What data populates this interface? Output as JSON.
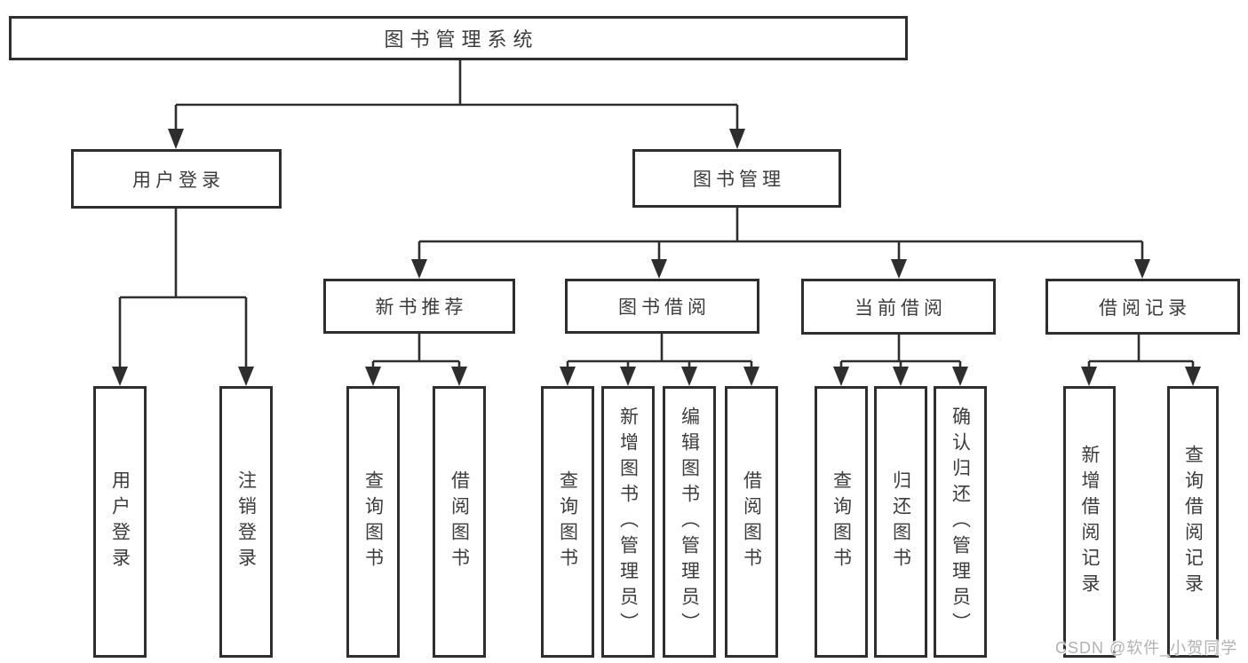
{
  "root": {
    "label": "图书管理系统"
  },
  "branches": [
    {
      "label": "用户登录",
      "children": [
        {
          "label": "用户登录"
        },
        {
          "label": "注销登录"
        }
      ]
    },
    {
      "label": "图书管理",
      "children": [
        {
          "label": "新书推荐",
          "children": [
            {
              "label": "查询图书"
            },
            {
              "label": "借阅图书"
            }
          ]
        },
        {
          "label": "图书借阅",
          "children": [
            {
              "label": "查询图书"
            },
            {
              "label": "新增图书（管理员）"
            },
            {
              "label": "编辑图书（管理员）"
            },
            {
              "label": "借阅图书"
            }
          ]
        },
        {
          "label": "当前借阅",
          "children": [
            {
              "label": "查询图书"
            },
            {
              "label": "归还图书"
            },
            {
              "label": "确认归还（管理员）"
            }
          ]
        },
        {
          "label": "借阅记录",
          "children": [
            {
              "label": "新增借阅记录"
            },
            {
              "label": "查询借阅记录"
            }
          ]
        }
      ]
    }
  ],
  "watermark": {
    "text": "CSDN @软件_小贺同学"
  },
  "colors": {
    "line": "#2e2e2e",
    "box_border": "#2e2e2e",
    "text": "#3c3c3c",
    "background": "#ffffff",
    "watermark": "#b2b2b2"
  }
}
